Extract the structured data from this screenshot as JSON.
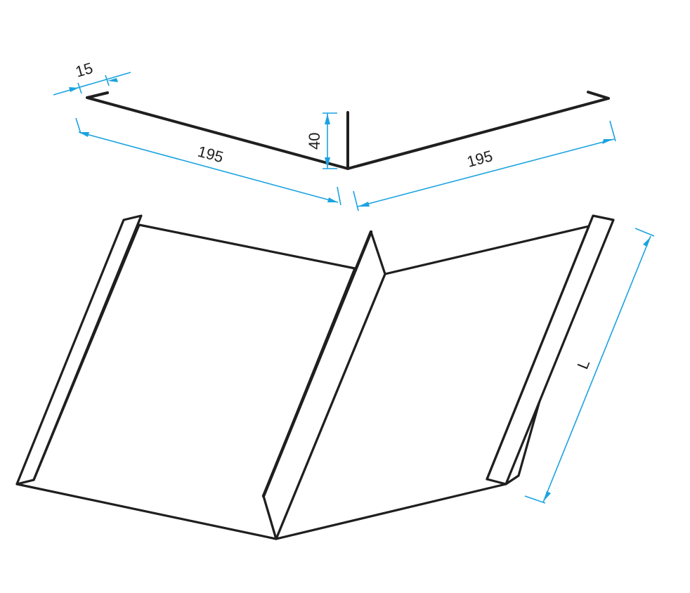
{
  "colors": {
    "outline": "#1f1f1f",
    "dimension": "#1aa3e0",
    "background": "#ffffff"
  },
  "dimensions": {
    "flange": "15",
    "height": "40",
    "left_width": "195",
    "right_width": "195",
    "length": "L"
  }
}
